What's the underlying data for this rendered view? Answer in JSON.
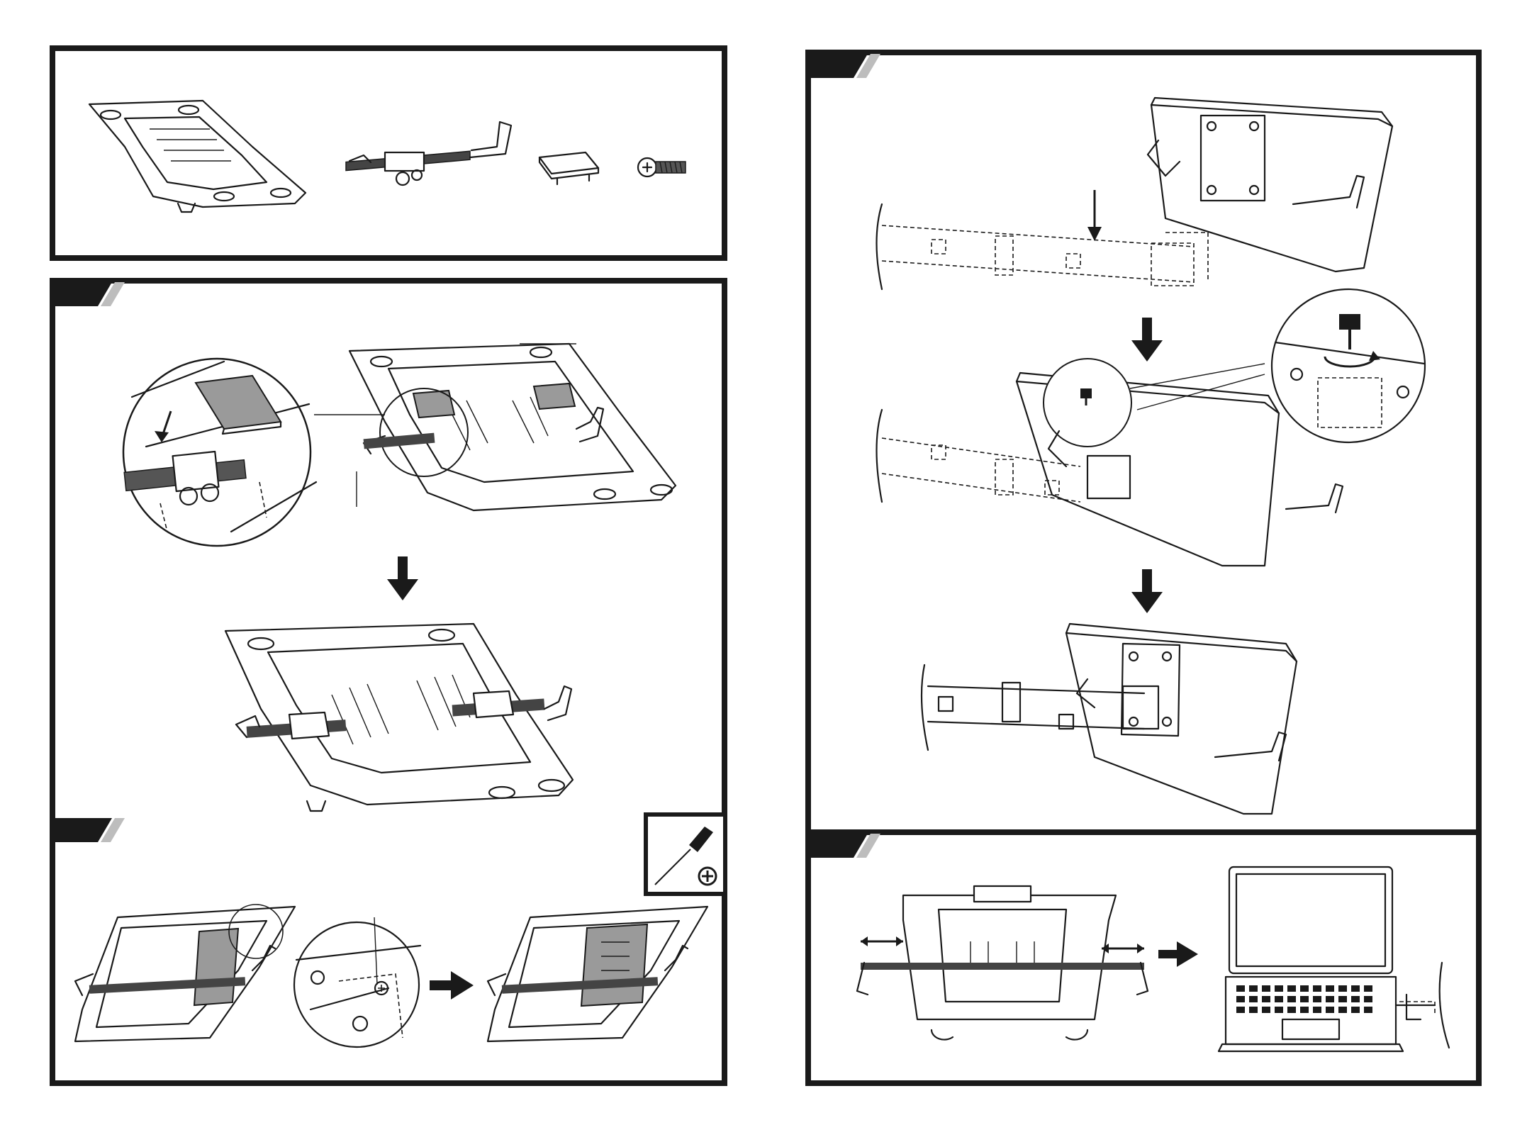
{
  "document": {
    "panels": [
      {
        "id": "parts",
        "step_label": ""
      },
      {
        "id": "step-1",
        "step_label": ""
      },
      {
        "id": "step-2",
        "step_label": ""
      },
      {
        "id": "step-3",
        "step_label": ""
      },
      {
        "id": "step-4",
        "step_label": ""
      }
    ]
  },
  "icons": {
    "arrow": "arrow-down-icon",
    "arrow_right": "arrow-right-icon",
    "screwdriver": "phillips-screwdriver-icon",
    "phillips": "phillips-head-icon",
    "rotate": "rotate-clockwise-icon",
    "adjust": "double-arrow-horizontal-icon"
  },
  "colors": {
    "ink": "#1a1a1a",
    "part_fill": "#9a9a9a",
    "tab_accent": "#bdbdbd"
  }
}
